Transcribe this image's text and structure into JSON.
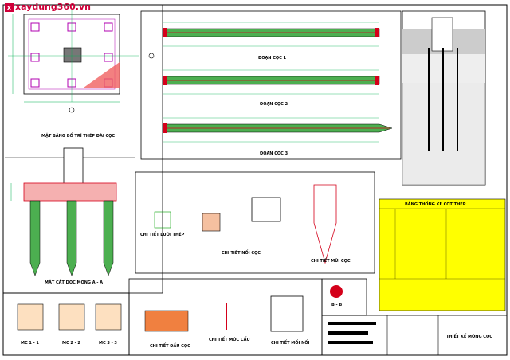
{
  "logo": {
    "text": "xaydung360.vn"
  },
  "labels": {
    "plan_pile": "MẶT BẰNG BỐ TRÍ THÉP ĐÀI CỌC",
    "pile_1": "ĐOẠN CỌC 1",
    "pile_2": "ĐOẠN CỌC 2",
    "pile_3": "ĐOẠN CỌC 3",
    "section_aa": "MẶT CẮT DỌC MÓNG A - A",
    "steel_mesh": "CHI TIẾT LƯỚI THÉP",
    "pile_connect": "CHI TIẾT NỐI CỌC",
    "pile_tip": "CHI TIẾT MŨI CỌC",
    "mc11": "MC 1 - 1",
    "mc22": "MC 2 - 2",
    "mc33": "MC 3 - 3",
    "pile_head": "CHI TIẾT ĐẦU CỌC",
    "hook": "CHI TIẾT MÓC CẨU",
    "joint": "CHI TIẾT MỐI NỐI",
    "section_bb": "B - B",
    "table_title": "BẢNG THỐNG KÊ CỐT THÉP",
    "title_block": "THIẾT KẾ MÓNG CỌC"
  },
  "colors": {
    "frame": "#000000",
    "rebar": "#d4001a",
    "concrete": "#00a000",
    "dim": "#00b050",
    "magenta": "#b000b0",
    "table": "#ffff00"
  }
}
